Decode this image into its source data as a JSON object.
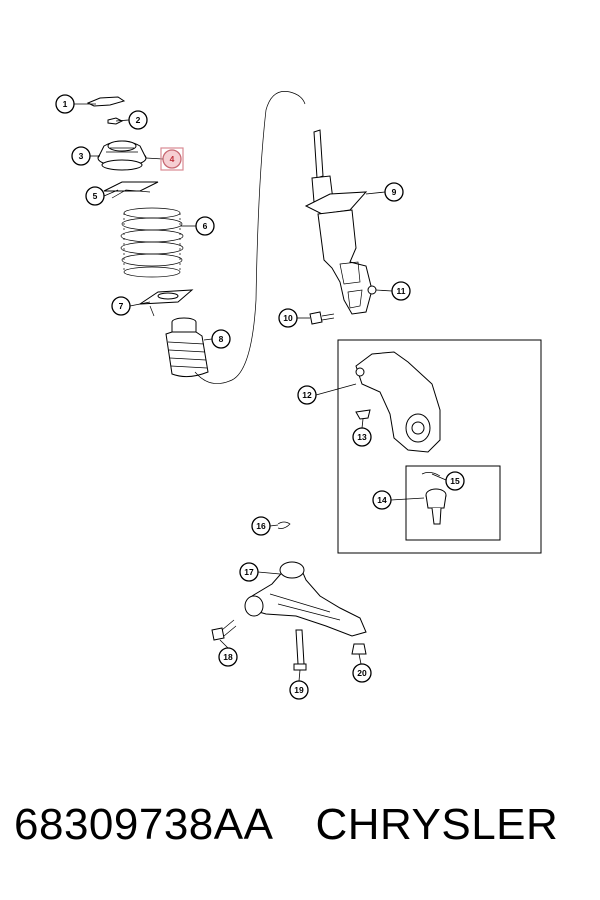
{
  "diagram": {
    "callouts": [
      "1",
      "2",
      "3",
      "4",
      "5",
      "6",
      "7",
      "8",
      "9",
      "10",
      "11",
      "12",
      "13",
      "14",
      "15",
      "16",
      "17",
      "18",
      "19",
      "20"
    ],
    "highlighted_callout": "4",
    "highlight_color": "#c0303a"
  },
  "footer": {
    "part_number": "68309738AA",
    "brand": "CHRYSLER"
  }
}
